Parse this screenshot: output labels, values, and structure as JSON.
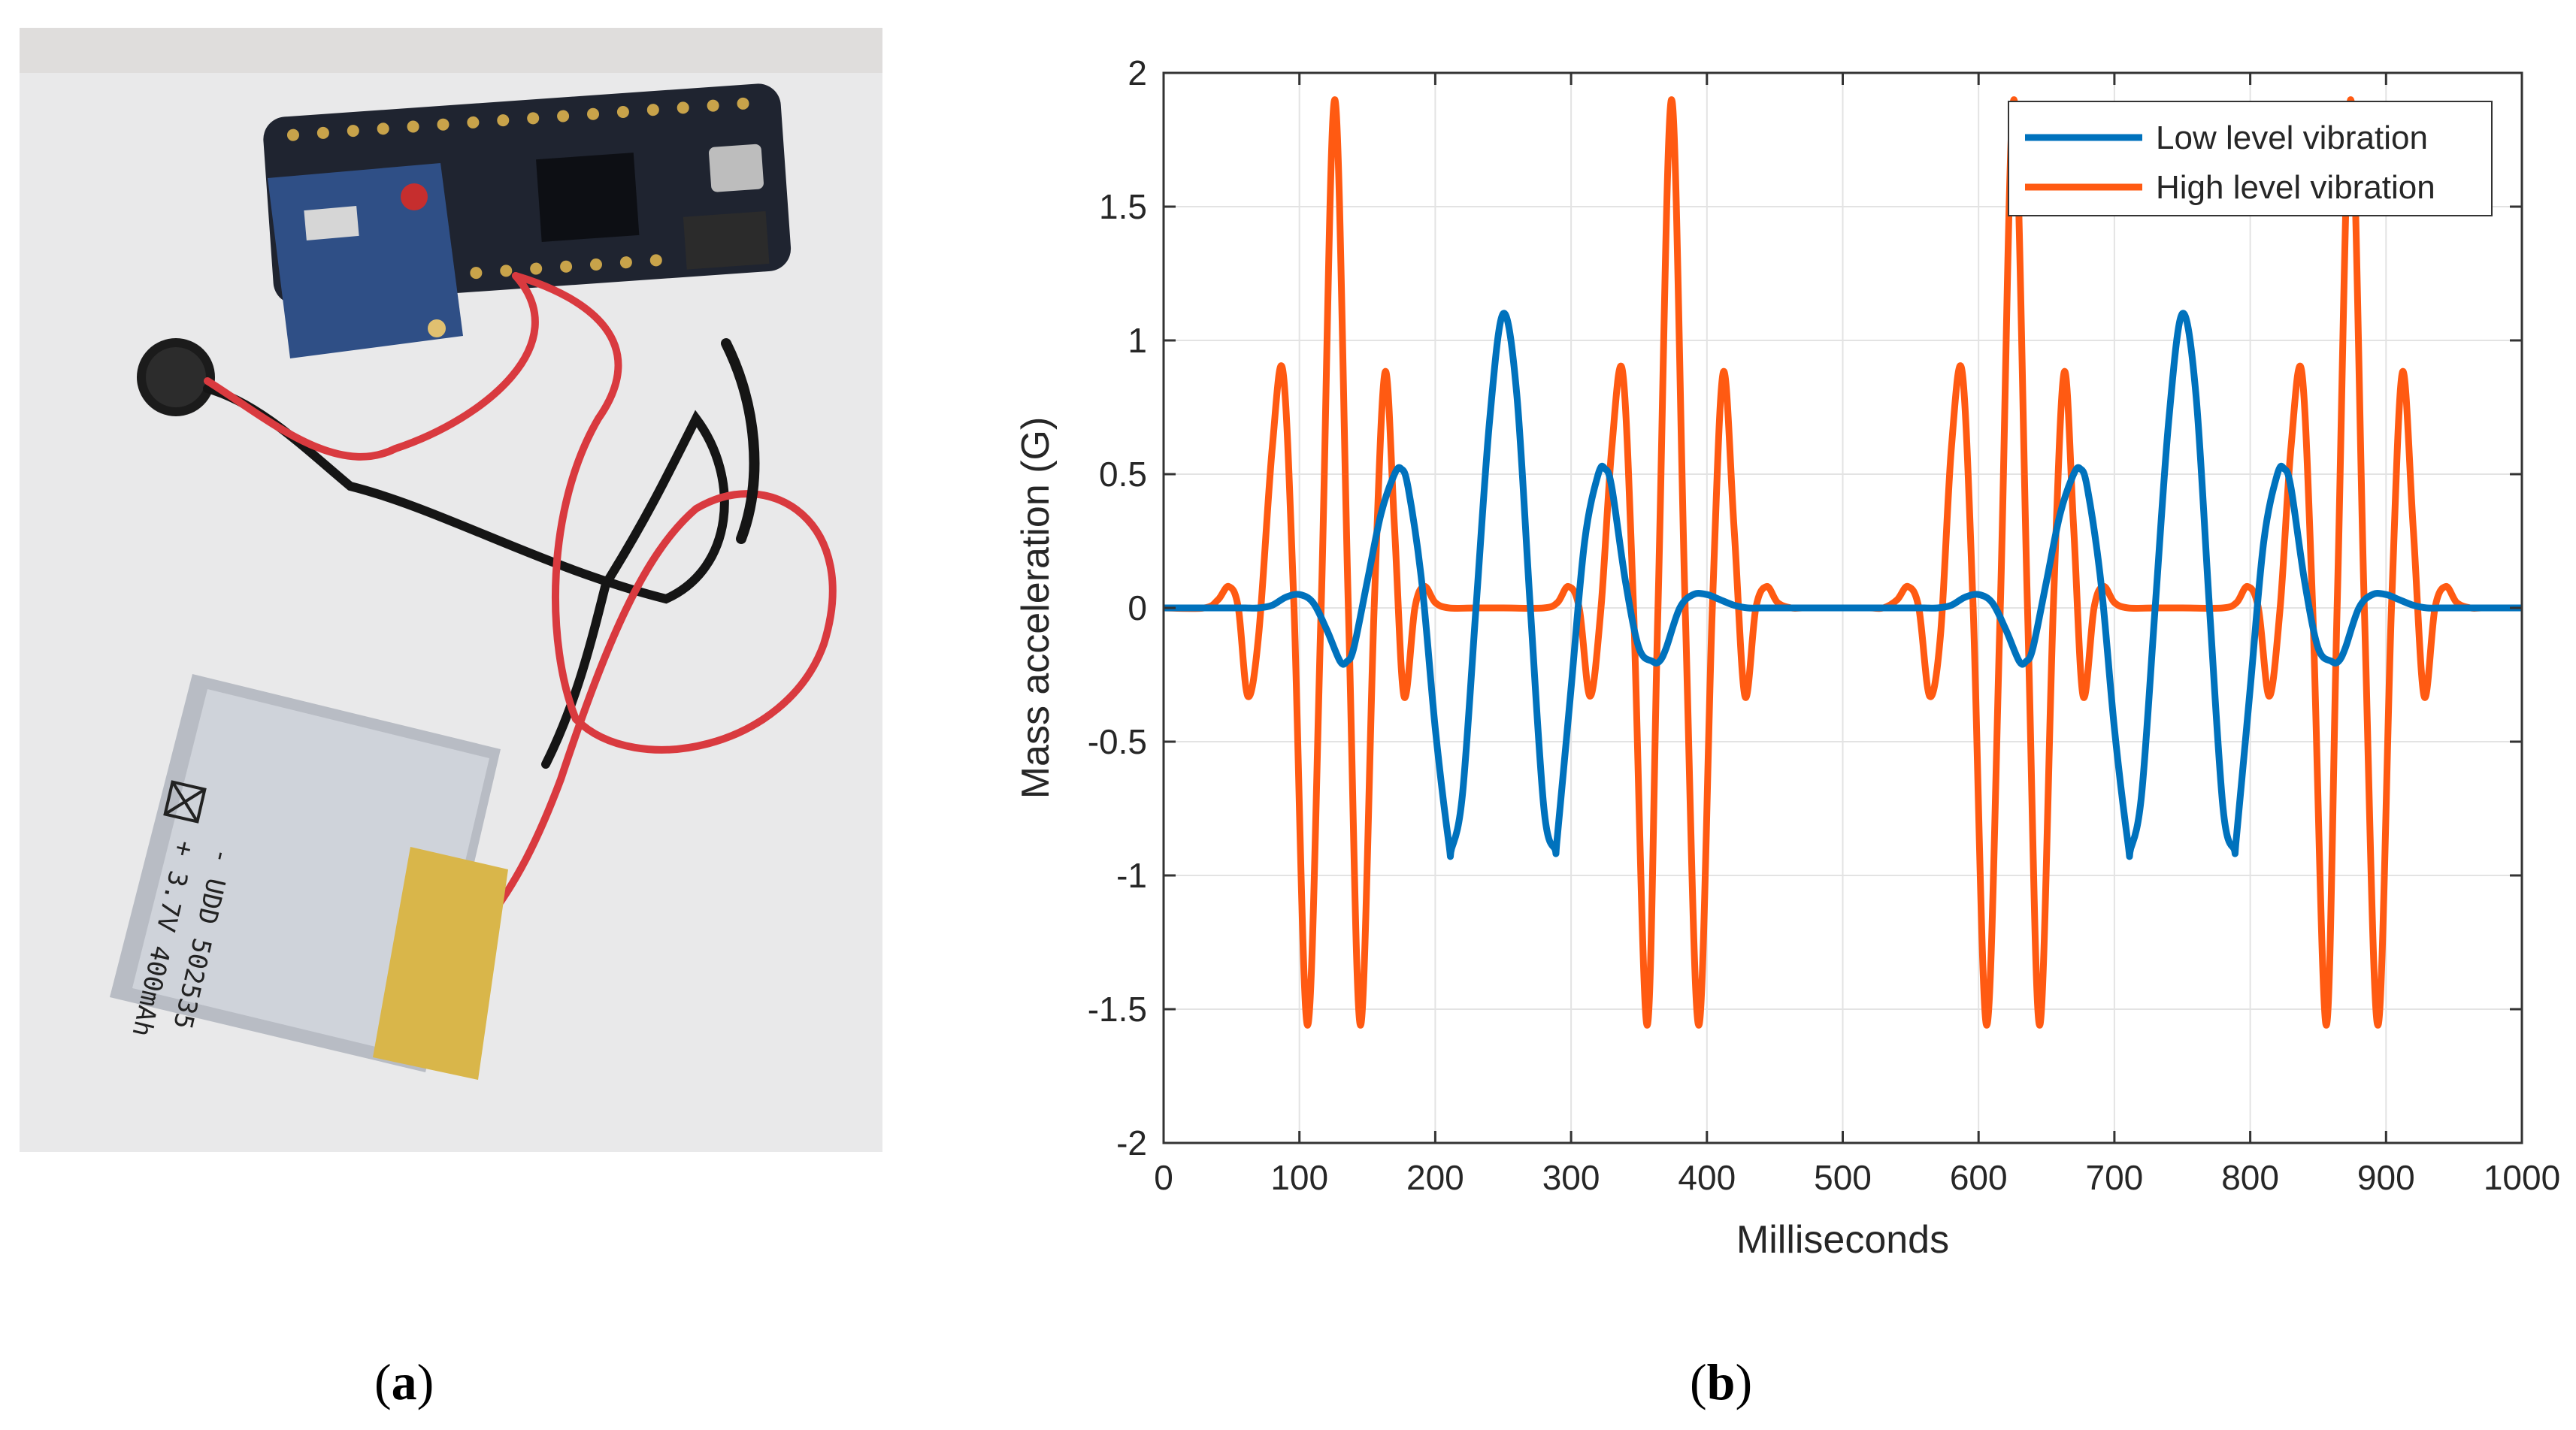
{
  "panels": {
    "a": {
      "label_open": "(",
      "label_letter": "a",
      "label_close": ")"
    },
    "b": {
      "label_open": "(",
      "label_letter": "b",
      "label_close": ")"
    }
  },
  "photo": {
    "battery_text_lines": [
      "+ 3.7V 400mAh",
      "- UDD 502535"
    ]
  },
  "colors": {
    "low": "#0072BD",
    "high": "#FF5A12",
    "grid": "#e3e3e3",
    "axis": "#333333"
  },
  "chart_data": {
    "type": "line",
    "title": "",
    "xlabel": "Milliseconds",
    "ylabel": "Mass acceleration (G)",
    "xlim": [
      0,
      1000
    ],
    "ylim": [
      -2,
      2
    ],
    "xticks": [
      0,
      100,
      200,
      300,
      400,
      500,
      600,
      700,
      800,
      900,
      1000
    ],
    "yticks": [
      -2,
      -1.5,
      -1,
      -0.5,
      0,
      0.5,
      1,
      1.5,
      2
    ],
    "ytick_labels": [
      "-2",
      "-1.5",
      "-1",
      "-0.5",
      "0",
      "0.5",
      "1",
      "1.5",
      "2"
    ],
    "grid": true,
    "legend_position": "top-right",
    "series": [
      {
        "name": "Low level vibration",
        "color_key": "low",
        "x": [
          0,
          30,
          40,
          50,
          60,
          70,
          80,
          90,
          100,
          110,
          120,
          130,
          135,
          140,
          150,
          160,
          170,
          175,
          180,
          190,
          200,
          210,
          212,
          220,
          230,
          240,
          250,
          260,
          270,
          280,
          288,
          290,
          300,
          310,
          320,
          325,
          330,
          340,
          350,
          360,
          365,
          370,
          380,
          390,
          400,
          410,
          420,
          430,
          440,
          450,
          460,
          470,
          480,
          490,
          500,
          510,
          520,
          530,
          540,
          550,
          560,
          570,
          580,
          590,
          600,
          610,
          620,
          630,
          635,
          640,
          650,
          660,
          670,
          675,
          680,
          690,
          700,
          710,
          712,
          720,
          730,
          740,
          750,
          760,
          770,
          780,
          788,
          790,
          800,
          810,
          820,
          825,
          830,
          840,
          850,
          860,
          865,
          870,
          880,
          890,
          900,
          910,
          920,
          930,
          940,
          950,
          960,
          970,
          1000
        ],
        "y": [
          0,
          0,
          0,
          0,
          0,
          0,
          0.01,
          0.04,
          0.05,
          0.02,
          -0.08,
          -0.2,
          -0.2,
          -0.15,
          0.1,
          0.35,
          0.5,
          0.52,
          0.45,
          0.1,
          -0.45,
          -0.88,
          -0.9,
          -0.7,
          0,
          0.7,
          1.1,
          0.8,
          0,
          -0.75,
          -0.9,
          -0.85,
          -0.3,
          0.25,
          0.5,
          0.52,
          0.45,
          0.1,
          -0.15,
          -0.2,
          -0.2,
          -0.15,
          0,
          0.05,
          0.05,
          0.03,
          0.01,
          0,
          0,
          0,
          0,
          0,
          0,
          0,
          0,
          0,
          0,
          0,
          0,
          0,
          0,
          0,
          0.01,
          0.04,
          0.05,
          0.02,
          -0.08,
          -0.2,
          -0.2,
          -0.15,
          0.1,
          0.35,
          0.5,
          0.52,
          0.45,
          0.1,
          -0.45,
          -0.88,
          -0.9,
          -0.7,
          0,
          0.7,
          1.1,
          0.8,
          0,
          -0.75,
          -0.9,
          -0.85,
          -0.3,
          0.25,
          0.5,
          0.52,
          0.45,
          0.1,
          -0.15,
          -0.2,
          -0.2,
          -0.15,
          0,
          0.05,
          0.05,
          0.03,
          0.01,
          0,
          0,
          0,
          0,
          0,
          0
        ]
      },
      {
        "name": "High level vibration",
        "color_key": "high",
        "x": [
          0,
          30,
          40,
          48,
          55,
          62,
          70,
          80,
          88,
          96,
          106,
          116,
          126,
          136,
          145,
          155,
          163,
          170,
          177,
          185,
          192,
          200,
          210,
          230,
          250,
          280,
          290,
          298,
          306,
          314,
          322,
          330,
          338,
          346,
          356,
          364,
          374,
          384,
          394,
          404,
          412,
          420,
          428,
          436,
          444,
          452,
          462,
          470,
          480,
          500,
          520,
          530,
          540,
          548,
          556,
          564,
          572,
          580,
          588,
          596,
          606,
          616,
          626,
          636,
          645,
          655,
          663,
          670,
          677,
          685,
          692,
          700,
          710,
          730,
          750,
          780,
          790,
          798,
          806,
          814,
          822,
          830,
          838,
          846,
          856,
          864,
          874,
          884,
          894,
          904,
          912,
          920,
          928,
          936,
          944,
          952,
          962,
          970,
          980,
          1000
        ],
        "y": [
          0,
          0,
          0.03,
          0.08,
          0,
          -0.33,
          -0.1,
          0.6,
          0.88,
          0,
          -1.56,
          0,
          1.9,
          0,
          -1.56,
          0,
          0.88,
          0.3,
          -0.33,
          0,
          0.08,
          0.02,
          0,
          0,
          0,
          0,
          0.02,
          0.08,
          0,
          -0.33,
          0,
          0.6,
          0.88,
          0,
          -1.56,
          0,
          1.9,
          0,
          -1.56,
          0,
          0.88,
          0.3,
          -0.33,
          0,
          0.08,
          0.02,
          0,
          0,
          0,
          0,
          0,
          0,
          0.03,
          0.08,
          0,
          -0.33,
          -0.1,
          0.6,
          0.88,
          0,
          -1.56,
          0,
          1.9,
          0,
          -1.56,
          0,
          0.88,
          0.3,
          -0.33,
          0,
          0.08,
          0.02,
          0,
          0,
          0,
          0,
          0.02,
          0.08,
          0,
          -0.33,
          0,
          0.6,
          0.88,
          0,
          -1.56,
          0,
          1.9,
          0,
          -1.56,
          0,
          0.88,
          0.3,
          -0.33,
          0,
          0.08,
          0.02,
          0,
          0,
          0,
          0
        ]
      }
    ]
  }
}
